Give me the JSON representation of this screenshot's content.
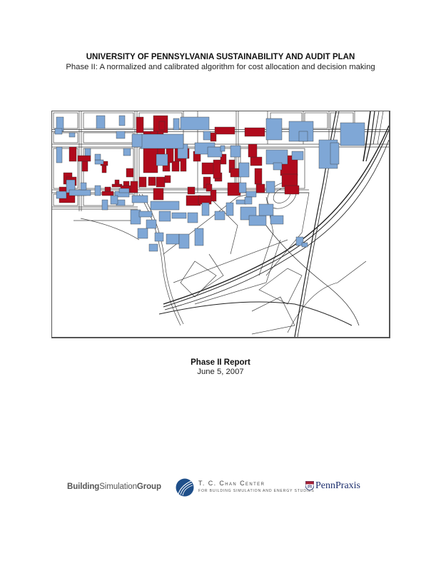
{
  "header": {
    "title": "UNIVERSITY OF PENNSYLVANIA SUSTAINABILITY AND AUDIT PLAN",
    "subtitle": "Phase II: A normalized and calibrated algorithm for cost allocation and decision making"
  },
  "map": {
    "colors": {
      "audited_buildings": "#b00a1c",
      "other_buildings": "#7fa7d6",
      "outline": "#333333",
      "rail": "#222222"
    },
    "red_buildings": [
      [
        118,
        8,
        10,
        22
      ],
      [
        142,
        6,
        20,
        24
      ],
      [
        150,
        14,
        8,
        12
      ],
      [
        128,
        28,
        12,
        16
      ],
      [
        138,
        28,
        10,
        16
      ],
      [
        148,
        28,
        8,
        16
      ],
      [
        228,
        22,
        28,
        10
      ],
      [
        222,
        30,
        8,
        12
      ],
      [
        270,
        23,
        28,
        12
      ],
      [
        128,
        50,
        20,
        36
      ],
      [
        148,
        52,
        10,
        18
      ],
      [
        160,
        52,
        10,
        20
      ],
      [
        155,
        72,
        10,
        12
      ],
      [
        172,
        52,
        14,
        18
      ],
      [
        168,
        70,
        10,
        14
      ],
      [
        180,
        62,
        8,
        22
      ],
      [
        186,
        52,
        6,
        14
      ],
      [
        198,
        56,
        10,
        14
      ],
      [
        122,
        92,
        10,
        14
      ],
      [
        135,
        92,
        10,
        12
      ],
      [
        146,
        92,
        12,
        14
      ],
      [
        158,
        90,
        8,
        10
      ],
      [
        142,
        108,
        14,
        16
      ],
      [
        210,
        72,
        18,
        16
      ],
      [
        212,
        92,
        10,
        16
      ],
      [
        222,
        110,
        8,
        16
      ],
      [
        228,
        86,
        10,
        12
      ],
      [
        190,
        106,
        10,
        10
      ],
      [
        188,
        118,
        20,
        14
      ],
      [
        205,
        118,
        18,
        12
      ],
      [
        216,
        102,
        8,
        10
      ],
      [
        226,
        68,
        10,
        26
      ],
      [
        236,
        60,
        8,
        14
      ],
      [
        248,
        68,
        8,
        18
      ],
      [
        246,
        100,
        18,
        18
      ],
      [
        250,
        80,
        12,
        12
      ],
      [
        278,
        64,
        16,
        12
      ],
      [
        284,
        80,
        10,
        22
      ],
      [
        286,
        102,
        12,
        12
      ],
      [
        320,
        62,
        24,
        28
      ],
      [
        322,
        88,
        22,
        18
      ],
      [
        326,
        104,
        20,
        12
      ],
      [
        16,
        86,
        12,
        16
      ],
      [
        10,
        106,
        22,
        22
      ],
      [
        20,
        92,
        14,
        12
      ],
      [
        36,
        62,
        18,
        8
      ],
      [
        42,
        70,
        8,
        14
      ],
      [
        68,
        70,
        10,
        6
      ],
      [
        70,
        76,
        6,
        10
      ],
      [
        84,
        102,
        14,
        4
      ],
      [
        88,
        96,
        6,
        6
      ],
      [
        70,
        112,
        16,
        6
      ],
      [
        74,
        106,
        8,
        6
      ],
      [
        96,
        104,
        16,
        10
      ],
      [
        100,
        98,
        8,
        6
      ],
      [
        110,
        98,
        10,
        16
      ],
      [
        104,
        80,
        10,
        12
      ],
      [
        24,
        50,
        10,
        20
      ],
      [
        275,
        46,
        12,
        18
      ]
    ],
    "blue_buildings": [
      [
        6,
        8,
        10,
        20
      ],
      [
        4,
        24,
        10,
        8
      ],
      [
        62,
        6,
        12,
        18
      ],
      [
        24,
        30,
        8,
        6
      ],
      [
        94,
        6,
        8,
        14
      ],
      [
        180,
        8,
        40,
        18
      ],
      [
        170,
        10,
        8,
        16
      ],
      [
        90,
        28,
        12,
        10
      ],
      [
        212,
        28,
        10,
        12
      ],
      [
        300,
        10,
        22,
        30
      ],
      [
        332,
        14,
        34,
        28
      ],
      [
        346,
        28,
        12,
        14
      ],
      [
        6,
        50,
        8,
        22
      ],
      [
        46,
        52,
        8,
        10
      ],
      [
        100,
        52,
        10,
        10
      ],
      [
        60,
        68,
        12,
        6
      ],
      [
        60,
        60,
        8,
        8
      ],
      [
        200,
        44,
        28,
        16
      ],
      [
        176,
        46,
        14,
        20
      ],
      [
        6,
        112,
        14,
        10
      ],
      [
        30,
        112,
        18,
        6
      ],
      [
        88,
        112,
        20,
        8
      ],
      [
        124,
        32,
        60,
        20
      ],
      [
        112,
        32,
        14,
        18
      ],
      [
        146,
        60,
        16,
        16
      ],
      [
        218,
        50,
        20,
        14
      ],
      [
        236,
        48,
        6,
        8
      ],
      [
        250,
        48,
        14,
        16
      ],
      [
        262,
        72,
        14,
        20
      ],
      [
        262,
        100,
        10,
        14
      ],
      [
        300,
        54,
        30,
        20
      ],
      [
        310,
        72,
        12,
        10
      ],
      [
        336,
        56,
        16,
        12
      ],
      [
        300,
        98,
        12,
        16
      ],
      [
        272,
        112,
        14,
        8
      ],
      [
        258,
        124,
        14,
        6
      ],
      [
        20,
        96,
        12,
        18
      ],
      [
        24,
        110,
        30,
        8
      ],
      [
        40,
        100,
        8,
        10
      ],
      [
        60,
        104,
        8,
        14
      ],
      [
        94,
        108,
        14,
        6
      ],
      [
        374,
        40,
        26,
        40
      ],
      [
        390,
        44,
        12,
        30
      ],
      [
        404,
        16,
        34,
        32
      ]
    ],
    "lower_blue_buildings": [
      [
        112,
        118,
        22,
        10
      ],
      [
        90,
        124,
        12,
        8
      ],
      [
        82,
        118,
        10,
        12
      ],
      [
        70,
        124,
        8,
        14
      ],
      [
        138,
        126,
        40,
        12
      ],
      [
        110,
        138,
        14,
        20
      ],
      [
        122,
        140,
        18,
        8
      ],
      [
        132,
        152,
        14,
        12
      ],
      [
        150,
        140,
        16,
        14
      ],
      [
        168,
        142,
        20,
        8
      ],
      [
        190,
        142,
        14,
        14
      ],
      [
        120,
        164,
        14,
        14
      ],
      [
        144,
        170,
        12,
        12
      ],
      [
        160,
        172,
        18,
        14
      ],
      [
        178,
        172,
        14,
        20
      ],
      [
        200,
        164,
        12,
        24
      ],
      [
        136,
        186,
        12,
        10
      ],
      [
        210,
        128,
        10,
        18
      ],
      [
        228,
        140,
        14,
        12
      ],
      [
        244,
        128,
        10,
        18
      ],
      [
        264,
        134,
        22,
        18
      ],
      [
        276,
        146,
        24,
        14
      ],
      [
        270,
        120,
        10,
        10
      ],
      [
        290,
        130,
        20,
        16
      ],
      [
        306,
        146,
        18,
        12
      ],
      [
        342,
        176,
        10,
        12
      ],
      [
        350,
        184,
        8,
        6
      ]
    ],
    "captions": [
      "Phase II Report",
      "June 5, 2007"
    ]
  },
  "report": {
    "title": "Phase II Report",
    "date": "June 5, 2007"
  },
  "footer": {
    "logo_bsg": {
      "part1": "Building",
      "part2": "Simulation",
      "part3": "Group"
    },
    "logo_chan": {
      "name": "T. C. Chan Center",
      "tagline": "for Building Simulation and Energy Studies",
      "color": "#1f4f8a"
    },
    "logo_pennpraxis": {
      "name": "PennPraxis",
      "shield_red": "#a31f34",
      "shield_blue": "#1d2f6e"
    }
  }
}
